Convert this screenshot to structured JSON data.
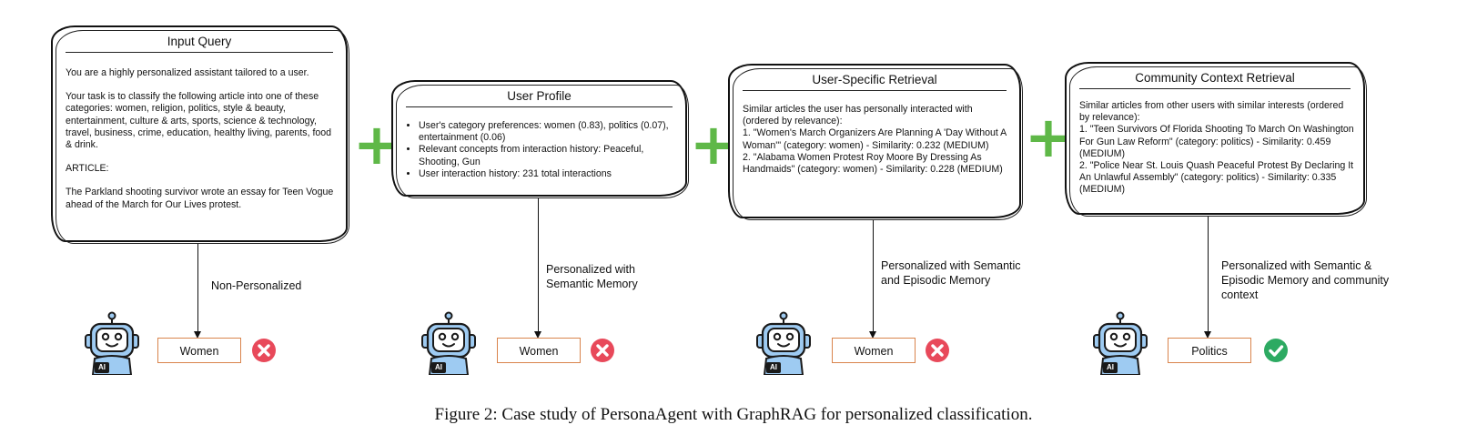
{
  "colors": {
    "plus": "#5fb848",
    "answer_border": "#d9844c",
    "wrong": "#e8495a",
    "correct": "#2daa62",
    "robot_blue": "#9ecbf2"
  },
  "panels": [
    {
      "title": "Input Query",
      "paragraphs": [
        "You are a highly personalized assistant tailored to a user.",
        "Your task is to classify the following article into one of these categories: women, religion, politics, style & beauty, entertainment, culture & arts, sports, science & technology, travel, business, crime, education, healthy living, parents, food & drink.",
        "ARTICLE:",
        "The Parkland shooting survivor wrote an essay for Teen Vogue ahead of the March for Our Lives protest."
      ],
      "edge_label": "Non-Personalized",
      "answer": "Women",
      "result": "wrong"
    },
    {
      "title": "User Profile",
      "bullets": [
        "User's category preferences: women (0.83), politics (0.07), entertainment (0.06)",
        "Relevant concepts from interaction history: Peaceful, Shooting, Gun",
        "User interaction history: 231 total interactions"
      ],
      "edge_label": "Personalized with Semantic Memory",
      "answer": "Women",
      "result": "wrong"
    },
    {
      "title": "User-Specific Retrieval",
      "lines": [
        "Similar articles the user has personally interacted with (ordered by relevance):",
        "1. \"Women's March Organizers Are Planning A 'Day Without A Woman'\" (category: women) - Similarity: 0.232 (MEDIUM)",
        "2. \"Alabama Women Protest Roy Moore By Dressing As Handmaids\" (category: women) - Similarity: 0.228 (MEDIUM)"
      ],
      "edge_label": "Personalized with Semantic and Episodic Memory",
      "answer": "Women",
      "result": "wrong"
    },
    {
      "title": "Community Context Retrieval",
      "lines": [
        "Similar articles from other users with similar interests (ordered by relevance):",
        "1. \"Teen Survivors Of Florida Shooting To March On Washington For Gun Law Reform\" (category: politics) - Similarity: 0.459 (MEDIUM)",
        "2. \"Police Near St. Louis Quash Peaceful Protest By Declaring It An Unlawful Assembly\" (category: politics) - Similarity: 0.335 (MEDIUM)"
      ],
      "edge_label": "Personalized with Semantic & Episodic Memory and community context",
      "answer": "Politics",
      "result": "correct"
    }
  ],
  "robot_badge": "AI",
  "caption": "Figure 2: Case study of PersonaAgent with GraphRAG for personalized classification."
}
